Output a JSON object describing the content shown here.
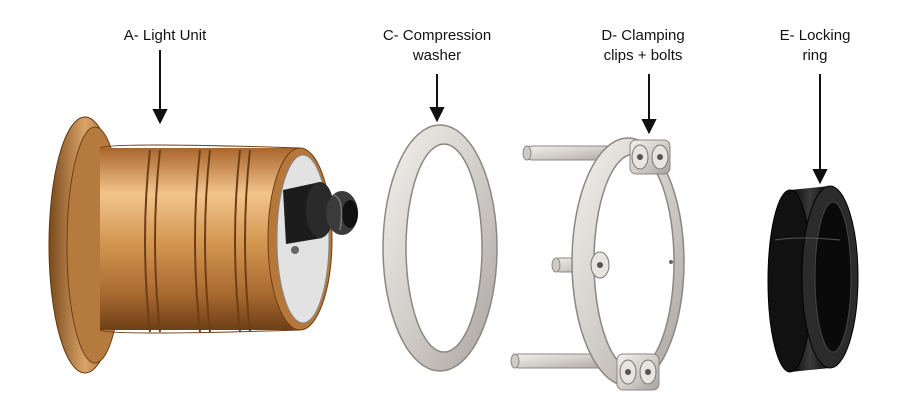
{
  "labels": {
    "a": {
      "line1": "A- Light Unit",
      "line2": ""
    },
    "c": {
      "line1": "C- Compression",
      "line2": "washer"
    },
    "d": {
      "line1": "D- Clamping",
      "line2": "clips + bolts"
    },
    "e": {
      "line1": "E- Locking",
      "line2": "ring"
    }
  },
  "colors": {
    "brass": "#c98a45",
    "brass_dark": "#7a4a1c",
    "steel": "#d8d4cf",
    "steel_dark": "#8c8782",
    "black_ring": "#1b1b1b",
    "arrow": "#111111"
  }
}
